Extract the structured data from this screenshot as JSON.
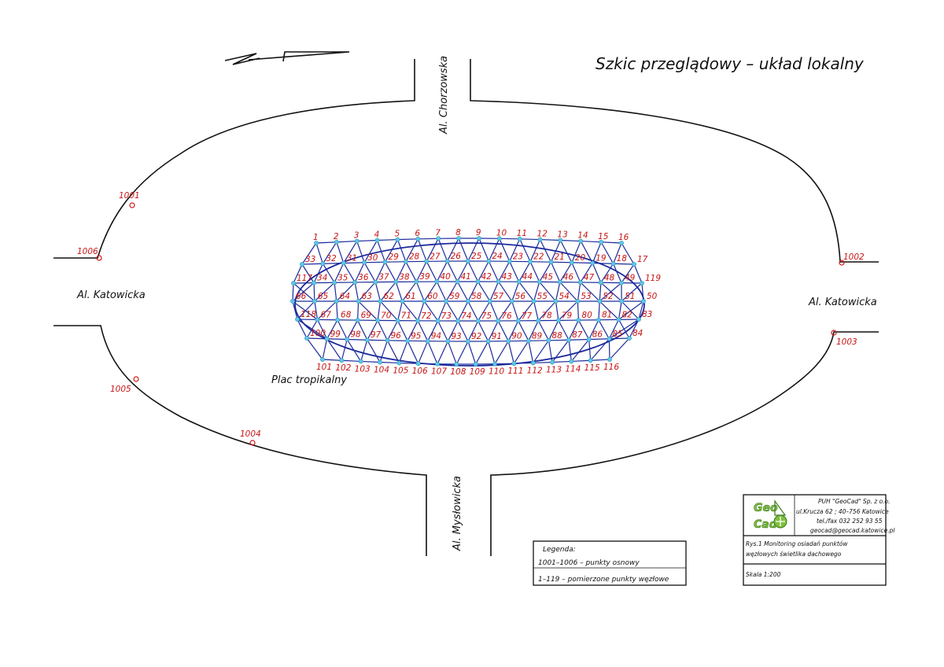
{
  "title": "Szkic przeglądowy –   układ lokalny",
  "streets": {
    "north": "Al. Chorzowska",
    "south": "Al. Mysłowicka",
    "west": "Al. Katowicka",
    "east": "Al. Katowicka"
  },
  "plaza_label": "Plac tropikalny",
  "control_points": [
    {
      "id": "1001"
    },
    {
      "id": "1002"
    },
    {
      "id": "1003"
    },
    {
      "id": "1004"
    },
    {
      "id": "1005"
    },
    {
      "id": "1006"
    }
  ],
  "nodes": {
    "row1": [
      "1",
      "2",
      "3",
      "4",
      "5",
      "6",
      "7",
      "8",
      "9",
      "10",
      "11",
      "12",
      "13",
      "14",
      "15",
      "16"
    ],
    "row2": [
      "33",
      "32",
      "31",
      "30",
      "29",
      "28",
      "27",
      "26",
      "25",
      "24",
      "23",
      "22",
      "21",
      "20",
      "19",
      "18",
      "17"
    ],
    "row3": [
      "117",
      "34",
      "35",
      "36",
      "37",
      "38",
      "39",
      "40",
      "41",
      "42",
      "43",
      "44",
      "45",
      "46",
      "47",
      "48",
      "49",
      "119"
    ],
    "row4": [
      "66",
      "65",
      "64",
      "63",
      "62",
      "61",
      "60",
      "59",
      "58",
      "57",
      "56",
      "55",
      "54",
      "53",
      "52",
      "51",
      "50"
    ],
    "row5": [
      "118",
      "67",
      "68",
      "69",
      "70",
      "71",
      "72",
      "73",
      "74",
      "75",
      "76",
      "77",
      "78",
      "79",
      "80",
      "81",
      "82",
      "83"
    ],
    "row6": [
      "100",
      "99",
      "98",
      "97",
      "96",
      "95",
      "94",
      "93",
      "92",
      "91",
      "90",
      "89",
      "88",
      "87",
      "86",
      "85",
      "84"
    ],
    "row7": [
      "101",
      "102",
      "103",
      "104",
      "105",
      "106",
      "107",
      "108",
      "109",
      "110",
      "111",
      "112",
      "113",
      "114",
      "115",
      "116"
    ]
  },
  "legend": {
    "heading": "Legenda:",
    "line1": "1001–1006  –  punkty osnowy",
    "line2": "1–119  –  pomierzone punkty węzłowe"
  },
  "titleblock": {
    "logo_top": "Geo",
    "logo_bottom": "Cad",
    "company": "PUH \"GeoCad\" Sp. z o.o.",
    "address": "ul.Krucza 62 ; 40–756 Katowice",
    "phone": "tel./fax 032 252 93 55",
    "email": "geocad@geocad.katowice.pl",
    "drawing_line1": "Rys.1 Monitoring osiadań punktów",
    "drawing_line2": "węzłowych świetlika dachowego",
    "scale": "Skala 1:200"
  },
  "colors": {
    "mesh": "#1c2a9c",
    "node": "#5ec8e8",
    "labels": "#c81414",
    "roads": "#111111"
  }
}
